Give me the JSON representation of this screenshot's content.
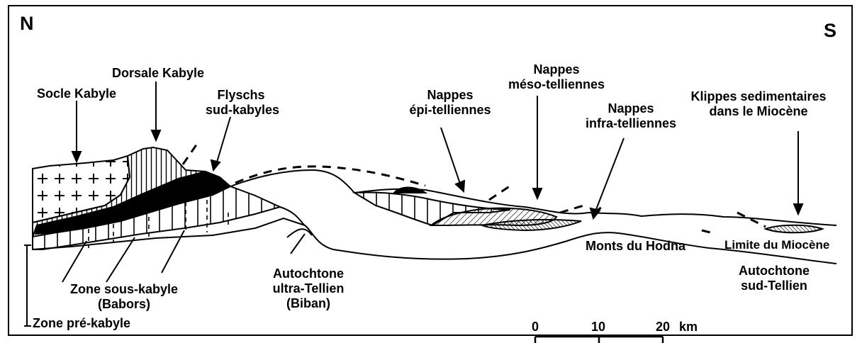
{
  "orientation": {
    "north": "N",
    "south": "S"
  },
  "labels": {
    "socle_kabyle": "Socle Kabyle",
    "dorsale_kabyle": "Dorsale Kabyle",
    "flyschs_l1": "Flyschs",
    "flyschs_l2": "sud-kabyles",
    "epi_l1": "Nappes",
    "epi_l2": "épi-telliennes",
    "meso_l1": "Nappes",
    "meso_l2": "méso-telliennes",
    "infra_l1": "Nappes",
    "infra_l2": "infra-telliennes",
    "klippes_l1": "Klippes sedimentaires",
    "klippes_l2": "dans le Miocène",
    "sous_kabyle_l1": "Zone sous-kabyle",
    "sous_kabyle_l2": "(Babors)",
    "pre_kabyle": "Zone pré-kabyle",
    "ultra_l1": "Autochtone",
    "ultra_l2": "ultra-Tellien",
    "ultra_l3": "(Biban)",
    "hodna": "Monts du Hodna",
    "miocene": "Limite du Miocène",
    "sud_l1": "Autochtone",
    "sud_l2": "sud-Tellien"
  },
  "scale_bar": {
    "ticks": [
      "0",
      "10",
      "20"
    ],
    "unit": "km"
  },
  "colors": {
    "ink": "#000000",
    "paper": "#ffffff"
  }
}
